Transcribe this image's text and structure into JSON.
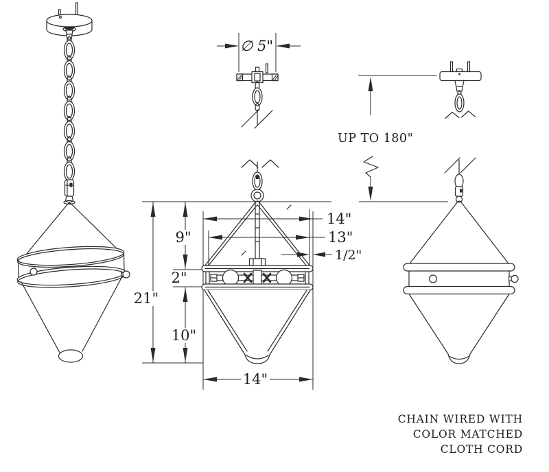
{
  "drawing": {
    "dim_labels": {
      "canopy_diameter": "∅ 5\"",
      "overall_height": "21\"",
      "upper_shade_height": "9\"",
      "band_height": "2\"",
      "lower_shade_height": "10\"",
      "top_outer_width": "14\"",
      "band_width": "13\"",
      "lip_offset": "1/2\"",
      "bottom_outer_width": "14\"",
      "max_suspension": "UP TO 180\""
    },
    "note_lines": [
      "CHAIN WIRED WITH",
      "COLOR MATCHED",
      "CLOTH CORD"
    ],
    "colors": {
      "ink": "#2a2a2a",
      "text": "#1d1d1d",
      "background": "#ffffff"
    }
  }
}
